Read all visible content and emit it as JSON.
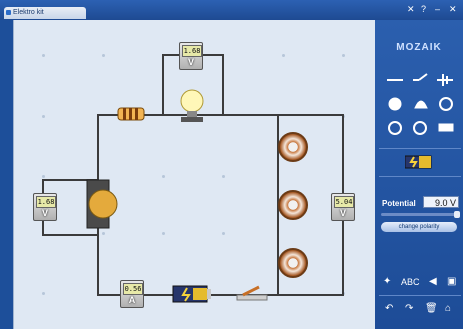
{
  "window": {
    "tab_title": "Elektro kit",
    "controls": [
      "✕",
      "?",
      "–",
      "✕"
    ]
  },
  "panel": {
    "logo": "MOZAIK",
    "tools_row1": [
      "wire-tool",
      "switch-tool",
      "battery-tool"
    ],
    "tools_row2": [
      "move-tool",
      "lamp-tool",
      "motor-tool"
    ],
    "tools_row3": [
      "ammeter-tool",
      "voltmeter-tool",
      "resistor-tool"
    ],
    "potential_label": "Potential",
    "potential_value": "9.0 V",
    "potential_level": 1.0,
    "polarity_button": "change polarity",
    "text_label": "ABC",
    "bottom_actions": [
      "undo",
      "redo",
      "delete",
      "home"
    ]
  },
  "meters": {
    "top_voltmeter": {
      "value": "1.68",
      "unit": "V"
    },
    "left_voltmeter": {
      "value": "1.68",
      "unit": "V"
    },
    "right_voltmeter": {
      "value": "5.04",
      "unit": "V"
    },
    "ammeter": {
      "value": "0.56",
      "unit": "A"
    }
  },
  "colors": {
    "panel": "#1d4f9a",
    "canvas": "#dfe8f3",
    "wire": "#3b3b3b",
    "lcd": "#e7e9a8"
  }
}
